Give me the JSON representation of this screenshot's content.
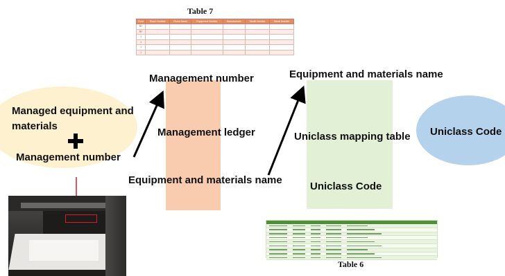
{
  "table7": {
    "caption": "Table 7",
    "headers": [
      "Floor",
      "Room Number",
      "Room Name",
      "Equipment Number",
      "Manufacturer",
      "Model Number",
      "Serial Number"
    ],
    "rows": [
      [
        "RF",
        "-",
        "",
        "",
        "",
        "",
        ""
      ],
      [
        "RF",
        "-",
        "",
        "",
        "",
        "",
        ""
      ],
      [
        "1",
        "",
        "",
        "",
        "",
        "",
        ""
      ],
      [
        "1",
        "",
        "",
        "",
        "",
        "",
        ""
      ],
      [
        "1",
        "",
        "",
        "",
        "",
        "",
        ""
      ],
      [
        "1",
        "",
        "",
        "",
        "",
        "",
        ""
      ]
    ]
  },
  "table6": {
    "caption": "Table 6"
  },
  "left_node": {
    "line1": "Managed equipment and",
    "line2": "materials",
    "line3": "Management number"
  },
  "ledger": {
    "top_label": "Management number",
    "label": "Management ledger",
    "bottom_label": "Equipment and materials name"
  },
  "mapping": {
    "top_label": "Equipment and materials name",
    "label": "Uniclass mapping table",
    "bottom_label": "Uniclass Code"
  },
  "right_node": {
    "label": "Uniclass Code"
  },
  "colors": {
    "left_ellipse": "#fdf1d0",
    "ledger": "#f9ccb0",
    "mapping": "#e2f1d6",
    "right_ellipse": "#b5d2ec",
    "link_red": "#d0202a",
    "table7_header": "#e58c5c",
    "table6_header": "#4f8f3a"
  }
}
